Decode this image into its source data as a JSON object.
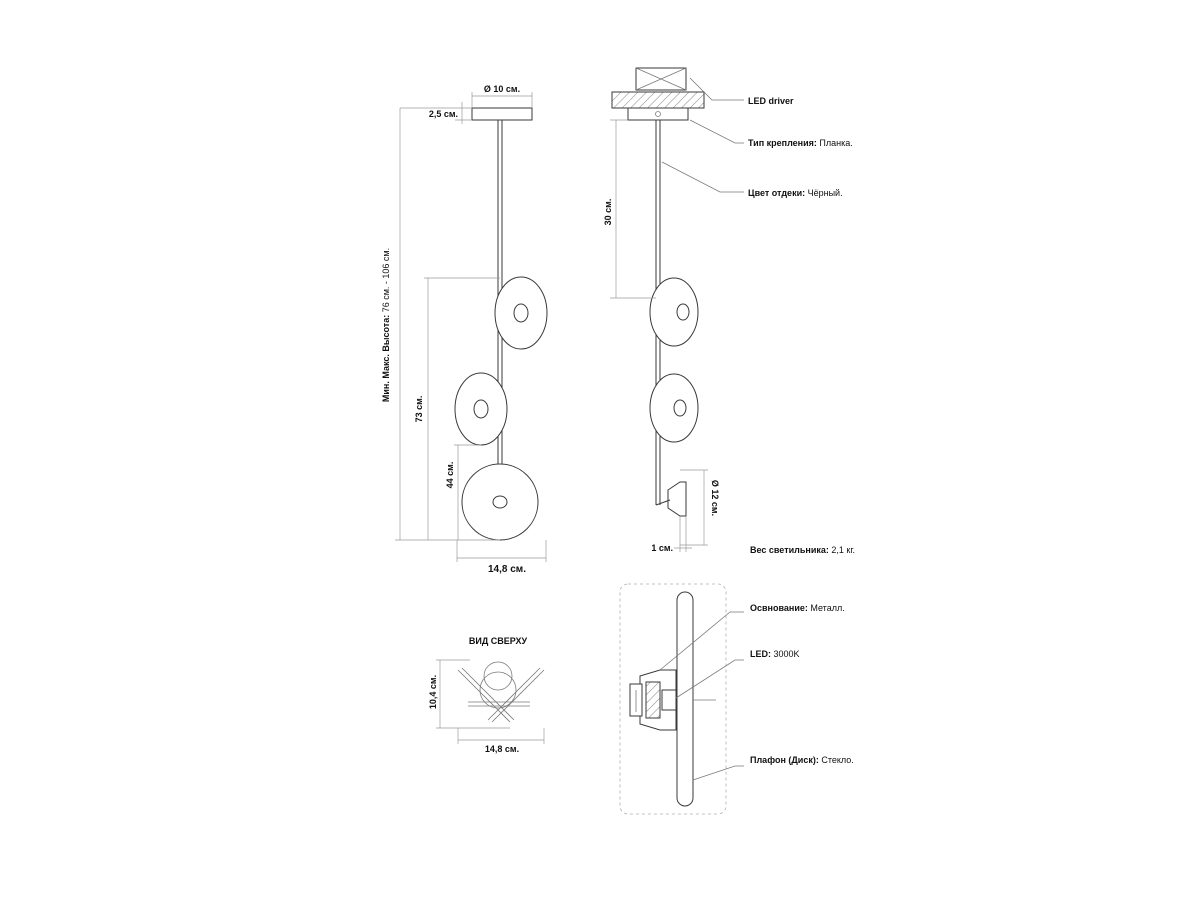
{
  "front_view": {
    "dim_canopy_diameter": "Ø 10 см.",
    "dim_canopy_height": "2,5 см.",
    "dim_total_height_key": "Мин. Макс. Высота:",
    "dim_total_height_value": " 76 см. - 106 см.",
    "dim_73": "73 см.",
    "dim_44": "44 см.",
    "dim_width": "14,8 см."
  },
  "side_view": {
    "dim_30": "30 см.",
    "dim_disc_diameter": "Ø 12 см.",
    "dim_disc_thickness": "1 см."
  },
  "notes": {
    "led_driver": "LED driver",
    "mount_key": "Тип крепления:",
    "mount_value": " Планка.",
    "finish_key": "Цвет отдеки:",
    "finish_value": " Чёрный.",
    "weight_key": "Вес светильника:",
    "weight_value": " 2,1 кг.",
    "base_key": "Освнование:",
    "base_value": " Металл.",
    "led_key": "LED:",
    "led_value": " 3000K",
    "shade_key": "Плафон (Диск):",
    "shade_value": " Стекло."
  },
  "top_view": {
    "title": "ВИД СВЕРХУ",
    "dim_depth": "10,4 см.",
    "dim_width": "14,8 см."
  }
}
